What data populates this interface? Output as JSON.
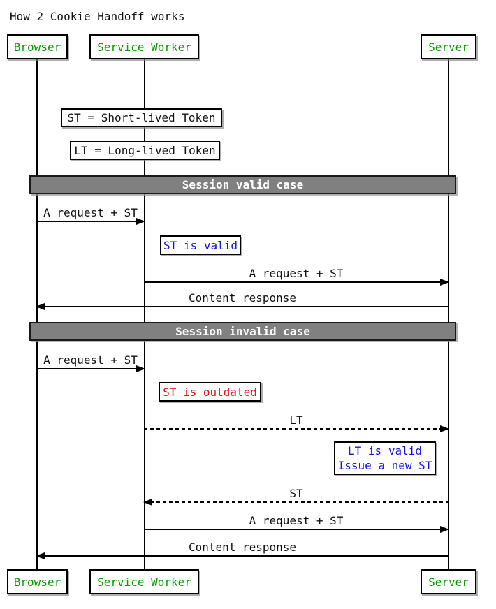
{
  "title": "How 2 Cookie Handoff works",
  "participants": [
    {
      "label": "Browser"
    },
    {
      "label": "Service Worker"
    },
    {
      "label": "Server"
    }
  ],
  "legend_notes": [
    {
      "text": "ST = Short-lived Token"
    },
    {
      "text": "LT = Long-lived Token"
    }
  ],
  "dividers": [
    {
      "label": "Session valid case"
    },
    {
      "label": "Session invalid case"
    }
  ],
  "messages": [
    {
      "from": "Browser",
      "to": "Service Worker",
      "label": "A request + ST",
      "line": "solid"
    },
    {
      "from": "Service Worker",
      "to": "Server",
      "label": "A request + ST",
      "line": "solid"
    },
    {
      "from": "Server",
      "to": "Browser",
      "label": "Content response",
      "line": "solid"
    },
    {
      "from": "Browser",
      "to": "Service Worker",
      "label": "A request + ST",
      "line": "solid"
    },
    {
      "from": "Service Worker",
      "to": "Server",
      "label": "LT",
      "line": "dashed"
    },
    {
      "from": "Server",
      "to": "Service Worker",
      "label": "ST",
      "line": "dashed"
    },
    {
      "from": "Service Worker",
      "to": "Server",
      "label": "A request + ST",
      "line": "solid"
    },
    {
      "from": "Server",
      "to": "Browser",
      "label": "Content response",
      "line": "solid"
    }
  ],
  "notes": {
    "st_valid": {
      "text": "ST is valid",
      "color": "#1414dc"
    },
    "st_outdated": {
      "text": "ST is outdated",
      "color": "#e81414"
    },
    "lt_valid": {
      "line1": "LT is valid",
      "line2": "Issue a new ST",
      "color": "#1414dc"
    }
  },
  "colors": {
    "participant_text": "#089b00",
    "note_info_text": "#1414dc",
    "note_error_text": "#e81414",
    "divider_bg": "#808080",
    "divider_text": "#ffffff",
    "line": "#000000",
    "background": "#ffffff"
  }
}
